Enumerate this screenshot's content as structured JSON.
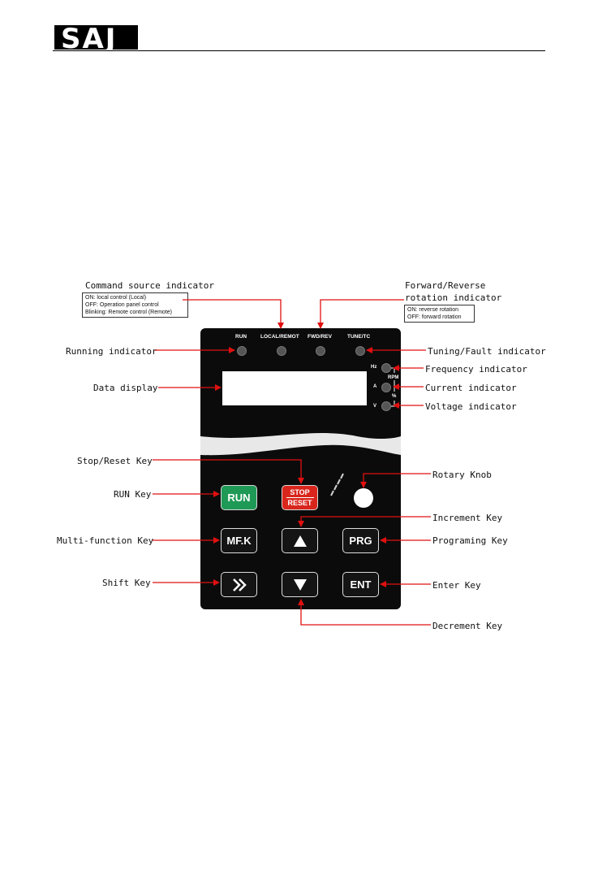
{
  "header": {
    "logo_text": "SAJ"
  },
  "colors": {
    "arrow": "#e01010",
    "panel": "#0b0b0b",
    "run_key": "#1f9a56",
    "stop_key": "#d9261c"
  },
  "panel": {
    "led_titles": {
      "run": "RUN",
      "local_remot": "LOCAL/REMOT",
      "fwd_rev": "FWD/REV",
      "tune_tc": "TUNE/TC"
    },
    "units": {
      "hz": "Hz",
      "rpm": "RPM",
      "a": "A",
      "percent": "%",
      "v": "V"
    },
    "keys": {
      "run": "RUN",
      "stop_top": "STOP",
      "stop_bottom": "RESET",
      "mfk": "MF.K",
      "prg": "PRG",
      "ent": "ENT"
    }
  },
  "callouts": {
    "command_source": "Command source indicator",
    "command_source_notes": [
      "ON: local control (Local)",
      "OFF: Operation panel control",
      "Blinking: Remote control (Remote)"
    ],
    "fwd_rev": [
      "Forward/Reverse",
      "rotation indicator"
    ],
    "fwd_rev_notes": [
      "ON: reverse rotation",
      "OFF: forward rotation"
    ],
    "running": "Running indicator",
    "tuning_fault": "Tuning/Fault indicator",
    "frequency": "Frequency indicator",
    "current": "Current indicator",
    "voltage": "Voltage indicator",
    "data_display": "Data display",
    "stop_reset": "Stop/Reset Key",
    "rotary_knob": "Rotary Knob",
    "run_key": "RUN Key",
    "increment": "Increment Key",
    "multi_function": "Multi-function Key",
    "programming": "Programing Key",
    "shift": "Shift Key",
    "enter": "Enter Key",
    "decrement": "Decrement Key"
  }
}
